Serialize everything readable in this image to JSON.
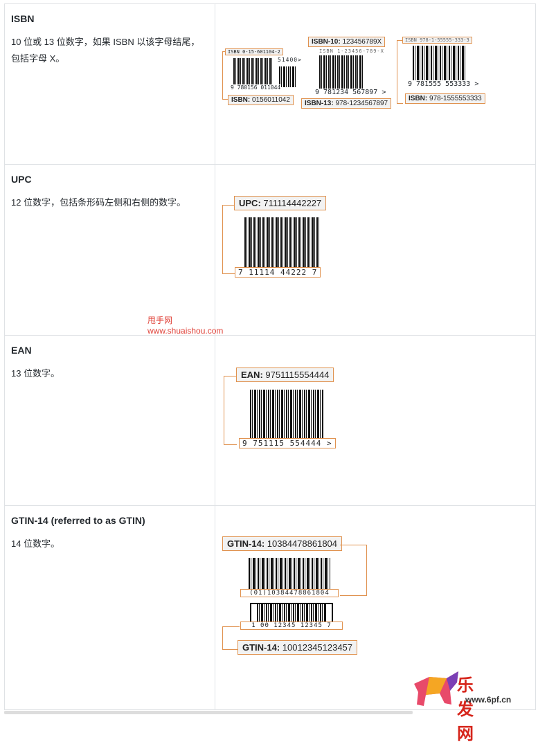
{
  "rows": [
    {
      "title": "ISBN",
      "desc": "10 位或 13 位数字，如果 ISBN 以该字母结尾，包括字母 X。",
      "figure": {
        "a_top": "ISBN 0-15-601104-2",
        "a_digits": "9 780156 011044",
        "a_addon": "51400>",
        "a_label_key": "ISBN:",
        "a_label_val": "0156011042",
        "b_label10_key": "ISBN-10:",
        "b_label10_val": "123456789X",
        "b_top": "ISBN 1-23456-789-X",
        "b_digits": "9 781234 567897 >",
        "b_label13_key": "ISBN-13:",
        "b_label13_val": "978-1234567897",
        "c_top": "ISBN 978-1-55555-333-3",
        "c_digits": "9 781555 553333 >",
        "c_label_key": "ISBN:",
        "c_label_val": "978-1555553333"
      }
    },
    {
      "title": "UPC",
      "desc": "12 位数字，包括条形码左侧和右侧的数字。",
      "figure": {
        "label_key": "UPC:",
        "label_val": "711114442227",
        "digits": "7  11114  44222  7"
      }
    },
    {
      "title": "EAN",
      "desc": "13 位数字。",
      "figure": {
        "label_key": "EAN:",
        "label_val": "9751115554444",
        "digits": "9  751115  554444 >"
      }
    },
    {
      "title": "GTIN-14 (referred to as GTIN)",
      "desc": "14 位数字。",
      "figure": {
        "top_label_key": "GTIN-14:",
        "top_label_val": "10384478861804",
        "top_digits": "(01)10384478861804",
        "bottom_digits": "1  00  12345  12345  7",
        "bottom_label_key": "GTIN-14:",
        "bottom_label_val": "10012345123457"
      }
    }
  ],
  "watermark": {
    "line1": "甩手网",
    "line2": "www.shuaishou.com"
  },
  "logo": {
    "text": "乐发网",
    "url": "www.6pf.cn"
  },
  "colors": {
    "accent": "#e0924f",
    "watermark": "#e0433a"
  }
}
